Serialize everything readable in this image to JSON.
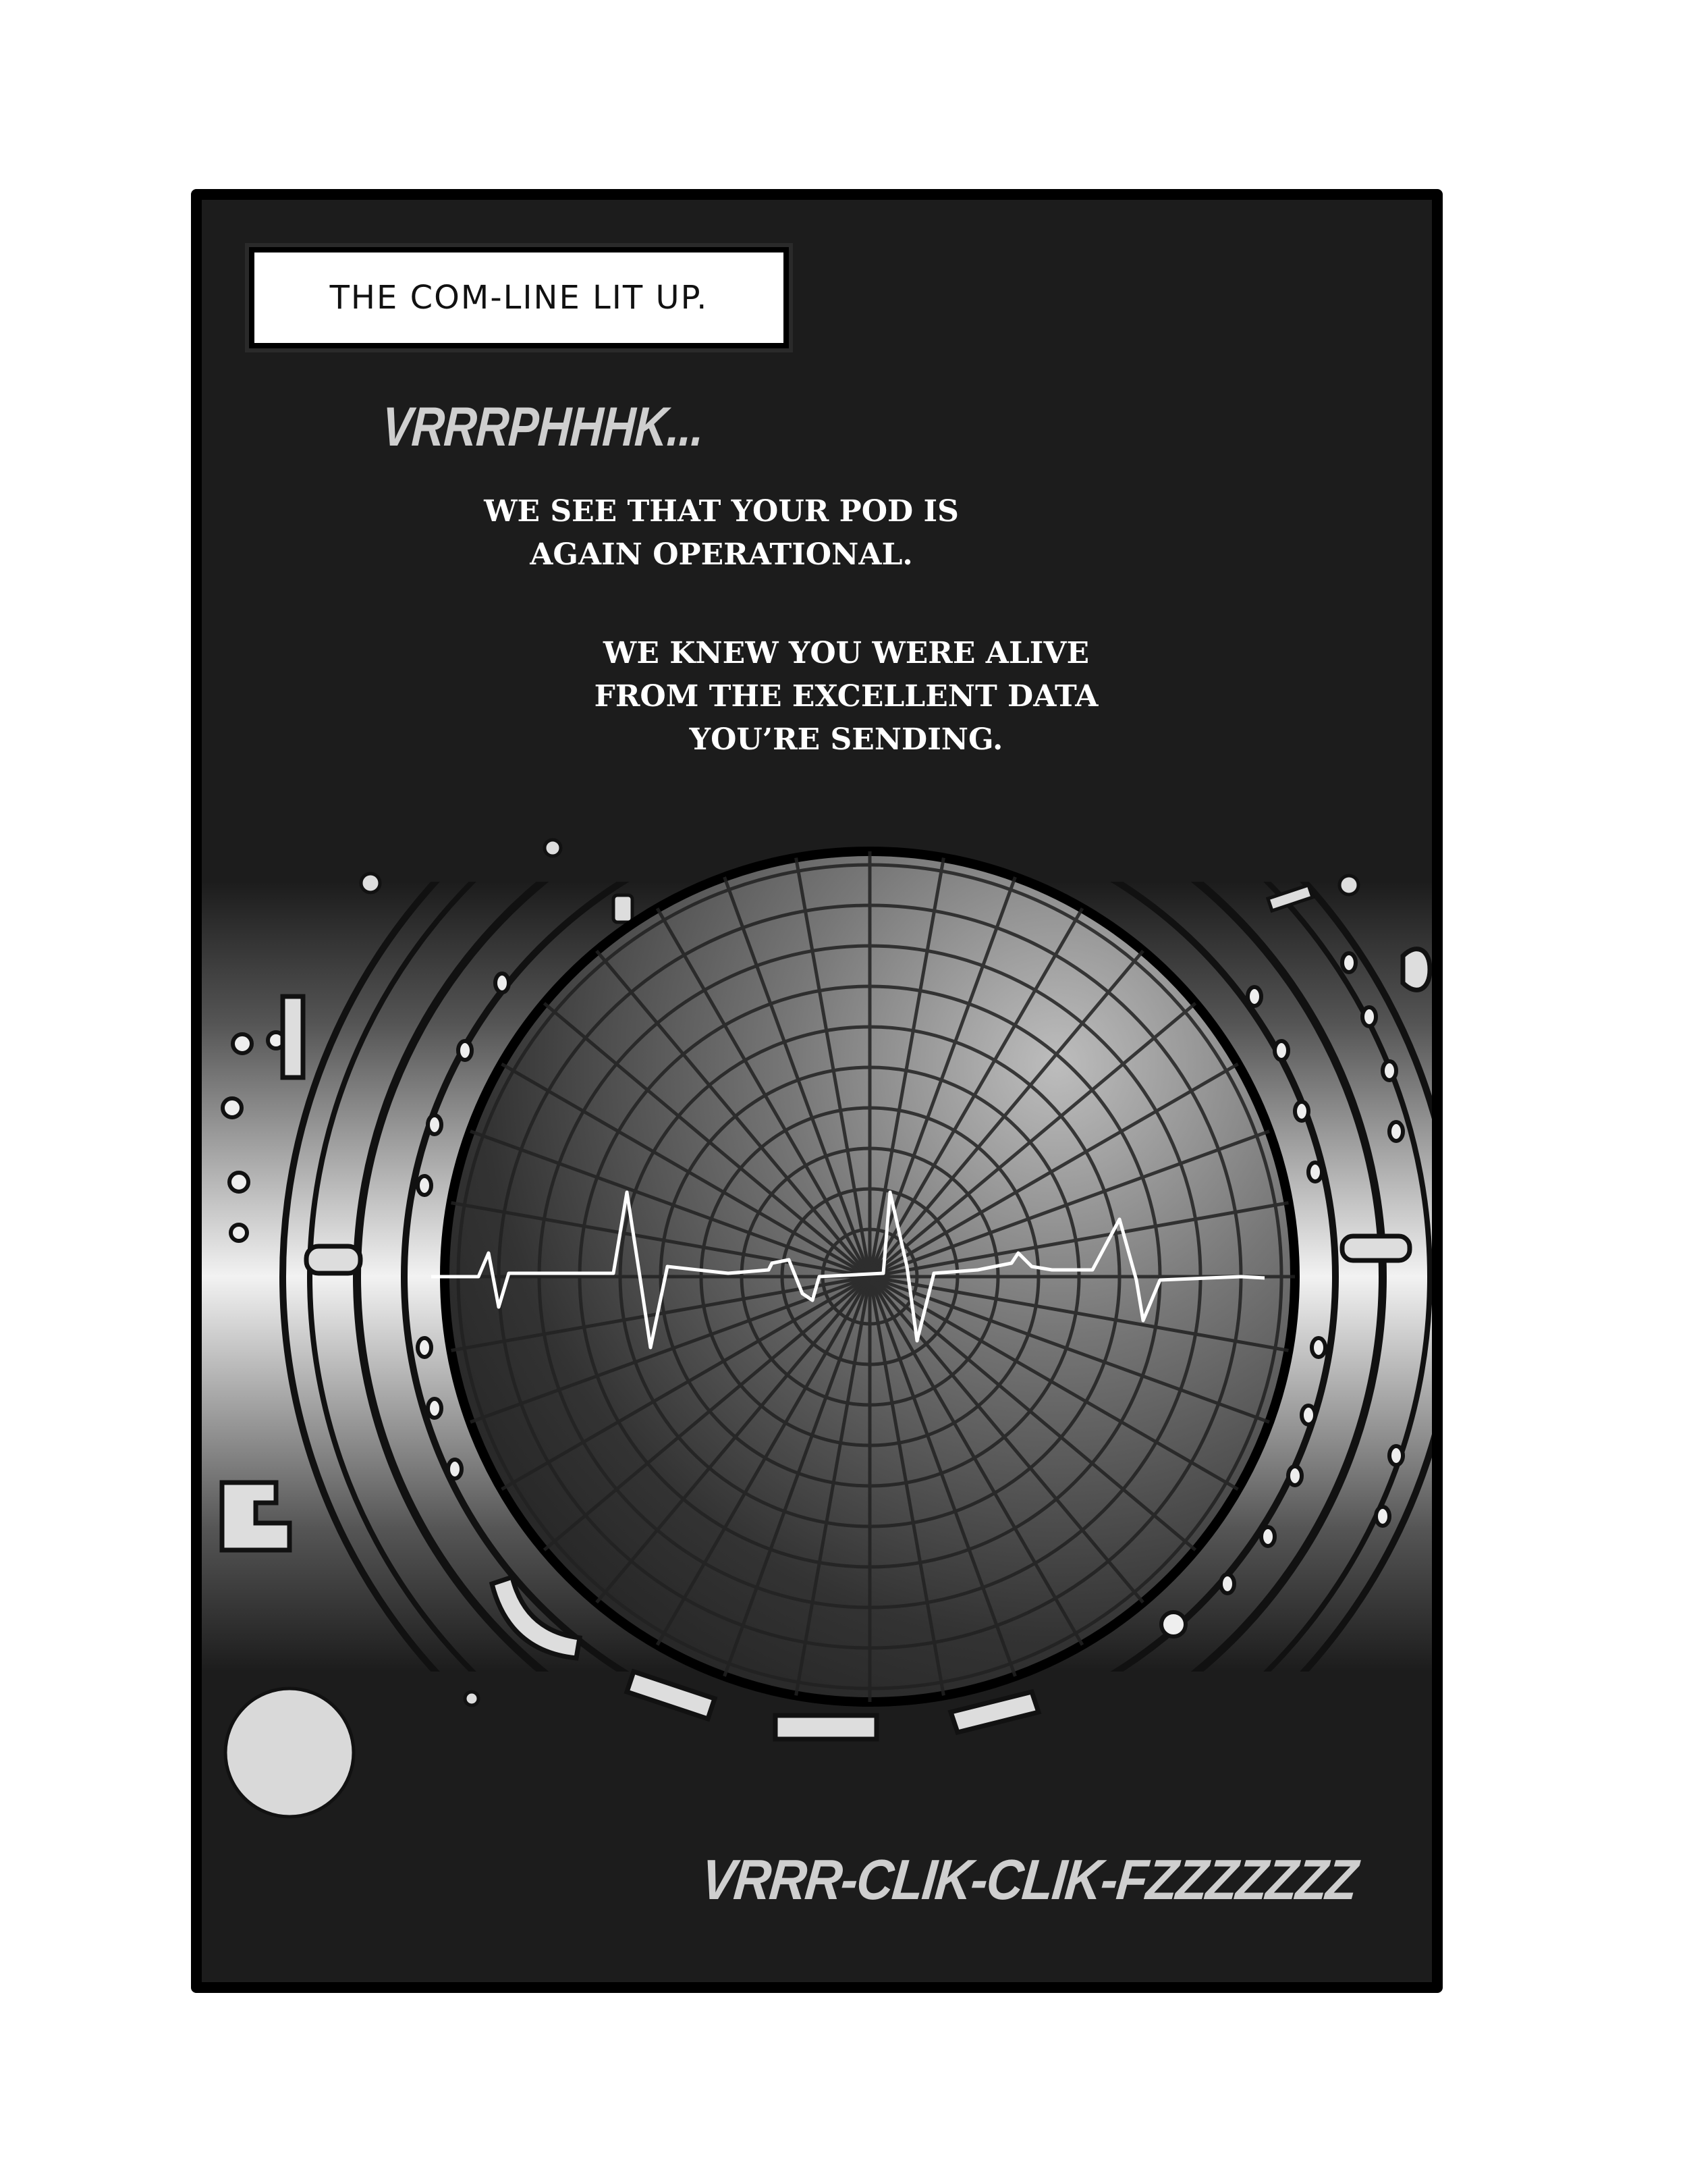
{
  "caption": {
    "text": "THE COM-LINE LIT UP."
  },
  "sfx": {
    "top": "VRRRPHHHK...",
    "bottom": "VRRR-CLIK-CLIK-FZZZZZZZ"
  },
  "dialogs": [
    {
      "lines": [
        "WE SEE THAT YOUR POD IS",
        "AGAIN OPERATIONAL."
      ]
    },
    {
      "lines": [
        "WE KNEW YOU WERE ALIVE",
        "FROM THE EXCELLENT DATA",
        "YOU’RE SENDING."
      ]
    }
  ],
  "colors": {
    "panel_bg": "#1c1c1c",
    "border": "#000000",
    "text_light": "#ffffff",
    "sfx": "#cfcfcf",
    "trace": "#ffffff"
  }
}
